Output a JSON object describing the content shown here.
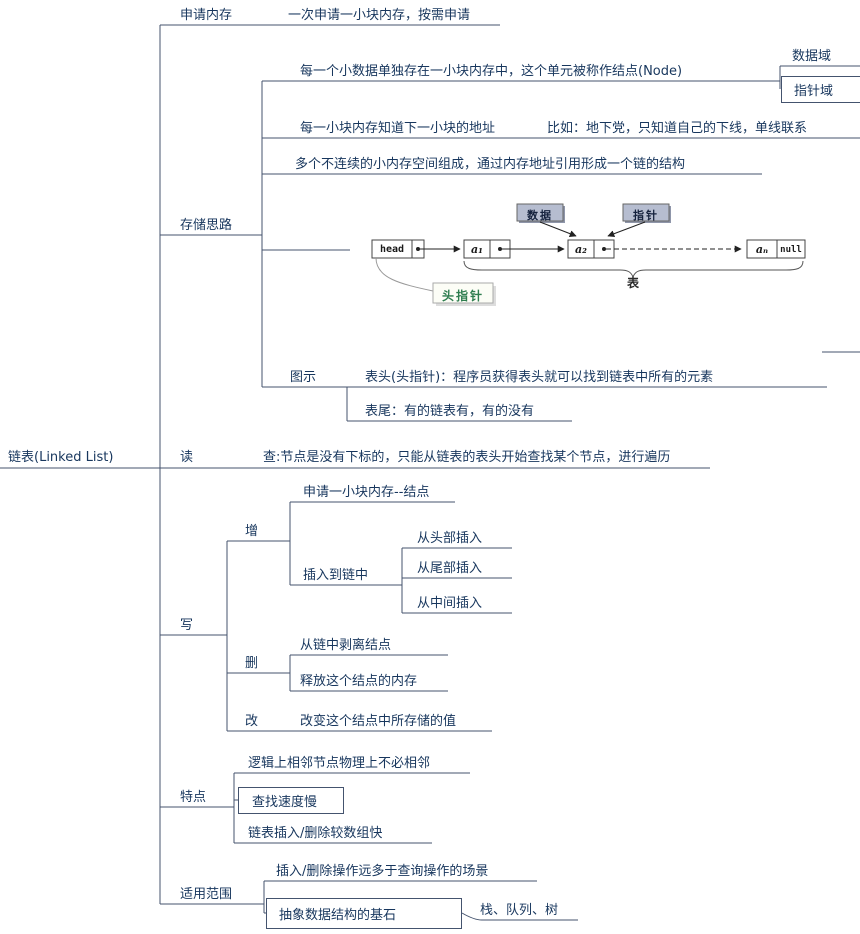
{
  "root": {
    "label": "链表(Linked List)"
  },
  "branches": {
    "alloc": {
      "label": "申请内存",
      "child": "一次申请一小块内存，按需申请"
    },
    "storage": {
      "label": "存储思路",
      "node_line": "每一个小数据单独存在一小块内存中，这个单元被称作结点(Node)",
      "data_field": "数据域",
      "pointer_field": "指针域",
      "addr_line": "每一小块内存知道下一小块的地址",
      "addr_example": "比如：地下党，只知道自己的下线，单线联系",
      "chain_line": "多个不连续的小内存空间组成，通过内存地址引用形成一个链的结构",
      "illustration": {
        "label": "图示",
        "head_note": "表头(头指针)：程序员获得表头就可以找到链表中所有的元素",
        "tail_note": "表尾：有的链表有，有的没有"
      }
    },
    "read": {
      "label": "读",
      "child": "查:节点是没有下标的，只能从链表的表头开始查找某个节点，进行遍历"
    },
    "write": {
      "label": "写",
      "add": {
        "label": "增",
        "step1": "申请一小块内存--结点",
        "step2": "插入到链中",
        "insert_head": "从头部插入",
        "insert_tail": "从尾部插入",
        "insert_mid": "从中间插入"
      },
      "del": {
        "label": "删",
        "step1": "从链中剥离结点",
        "step2": "释放这个结点的内存"
      },
      "mod": {
        "label": "改",
        "child": "改变这个结点中所存储的值"
      }
    },
    "features": {
      "label": "特点",
      "f1": "逻辑上相邻节点物理上不必相邻",
      "f2": "查找速度慢",
      "f3": "链表插入/删除较数组快"
    },
    "scope": {
      "label": "适用范围",
      "s1": "插入/删除操作远多于查询操作的场景",
      "s2": "抽象数据结构的基石",
      "s2_child": "栈、队列、树"
    }
  },
  "diagram": {
    "data_label": "数据",
    "pointer_label": "指针",
    "head": "head",
    "node1": "a₁",
    "node2": "a₂",
    "node_n": "aₙ",
    "null_label": "null",
    "head_pointer": "头指针",
    "table_label": "表"
  },
  "colors": {
    "text": "#17365D",
    "line": "#44536E"
  }
}
